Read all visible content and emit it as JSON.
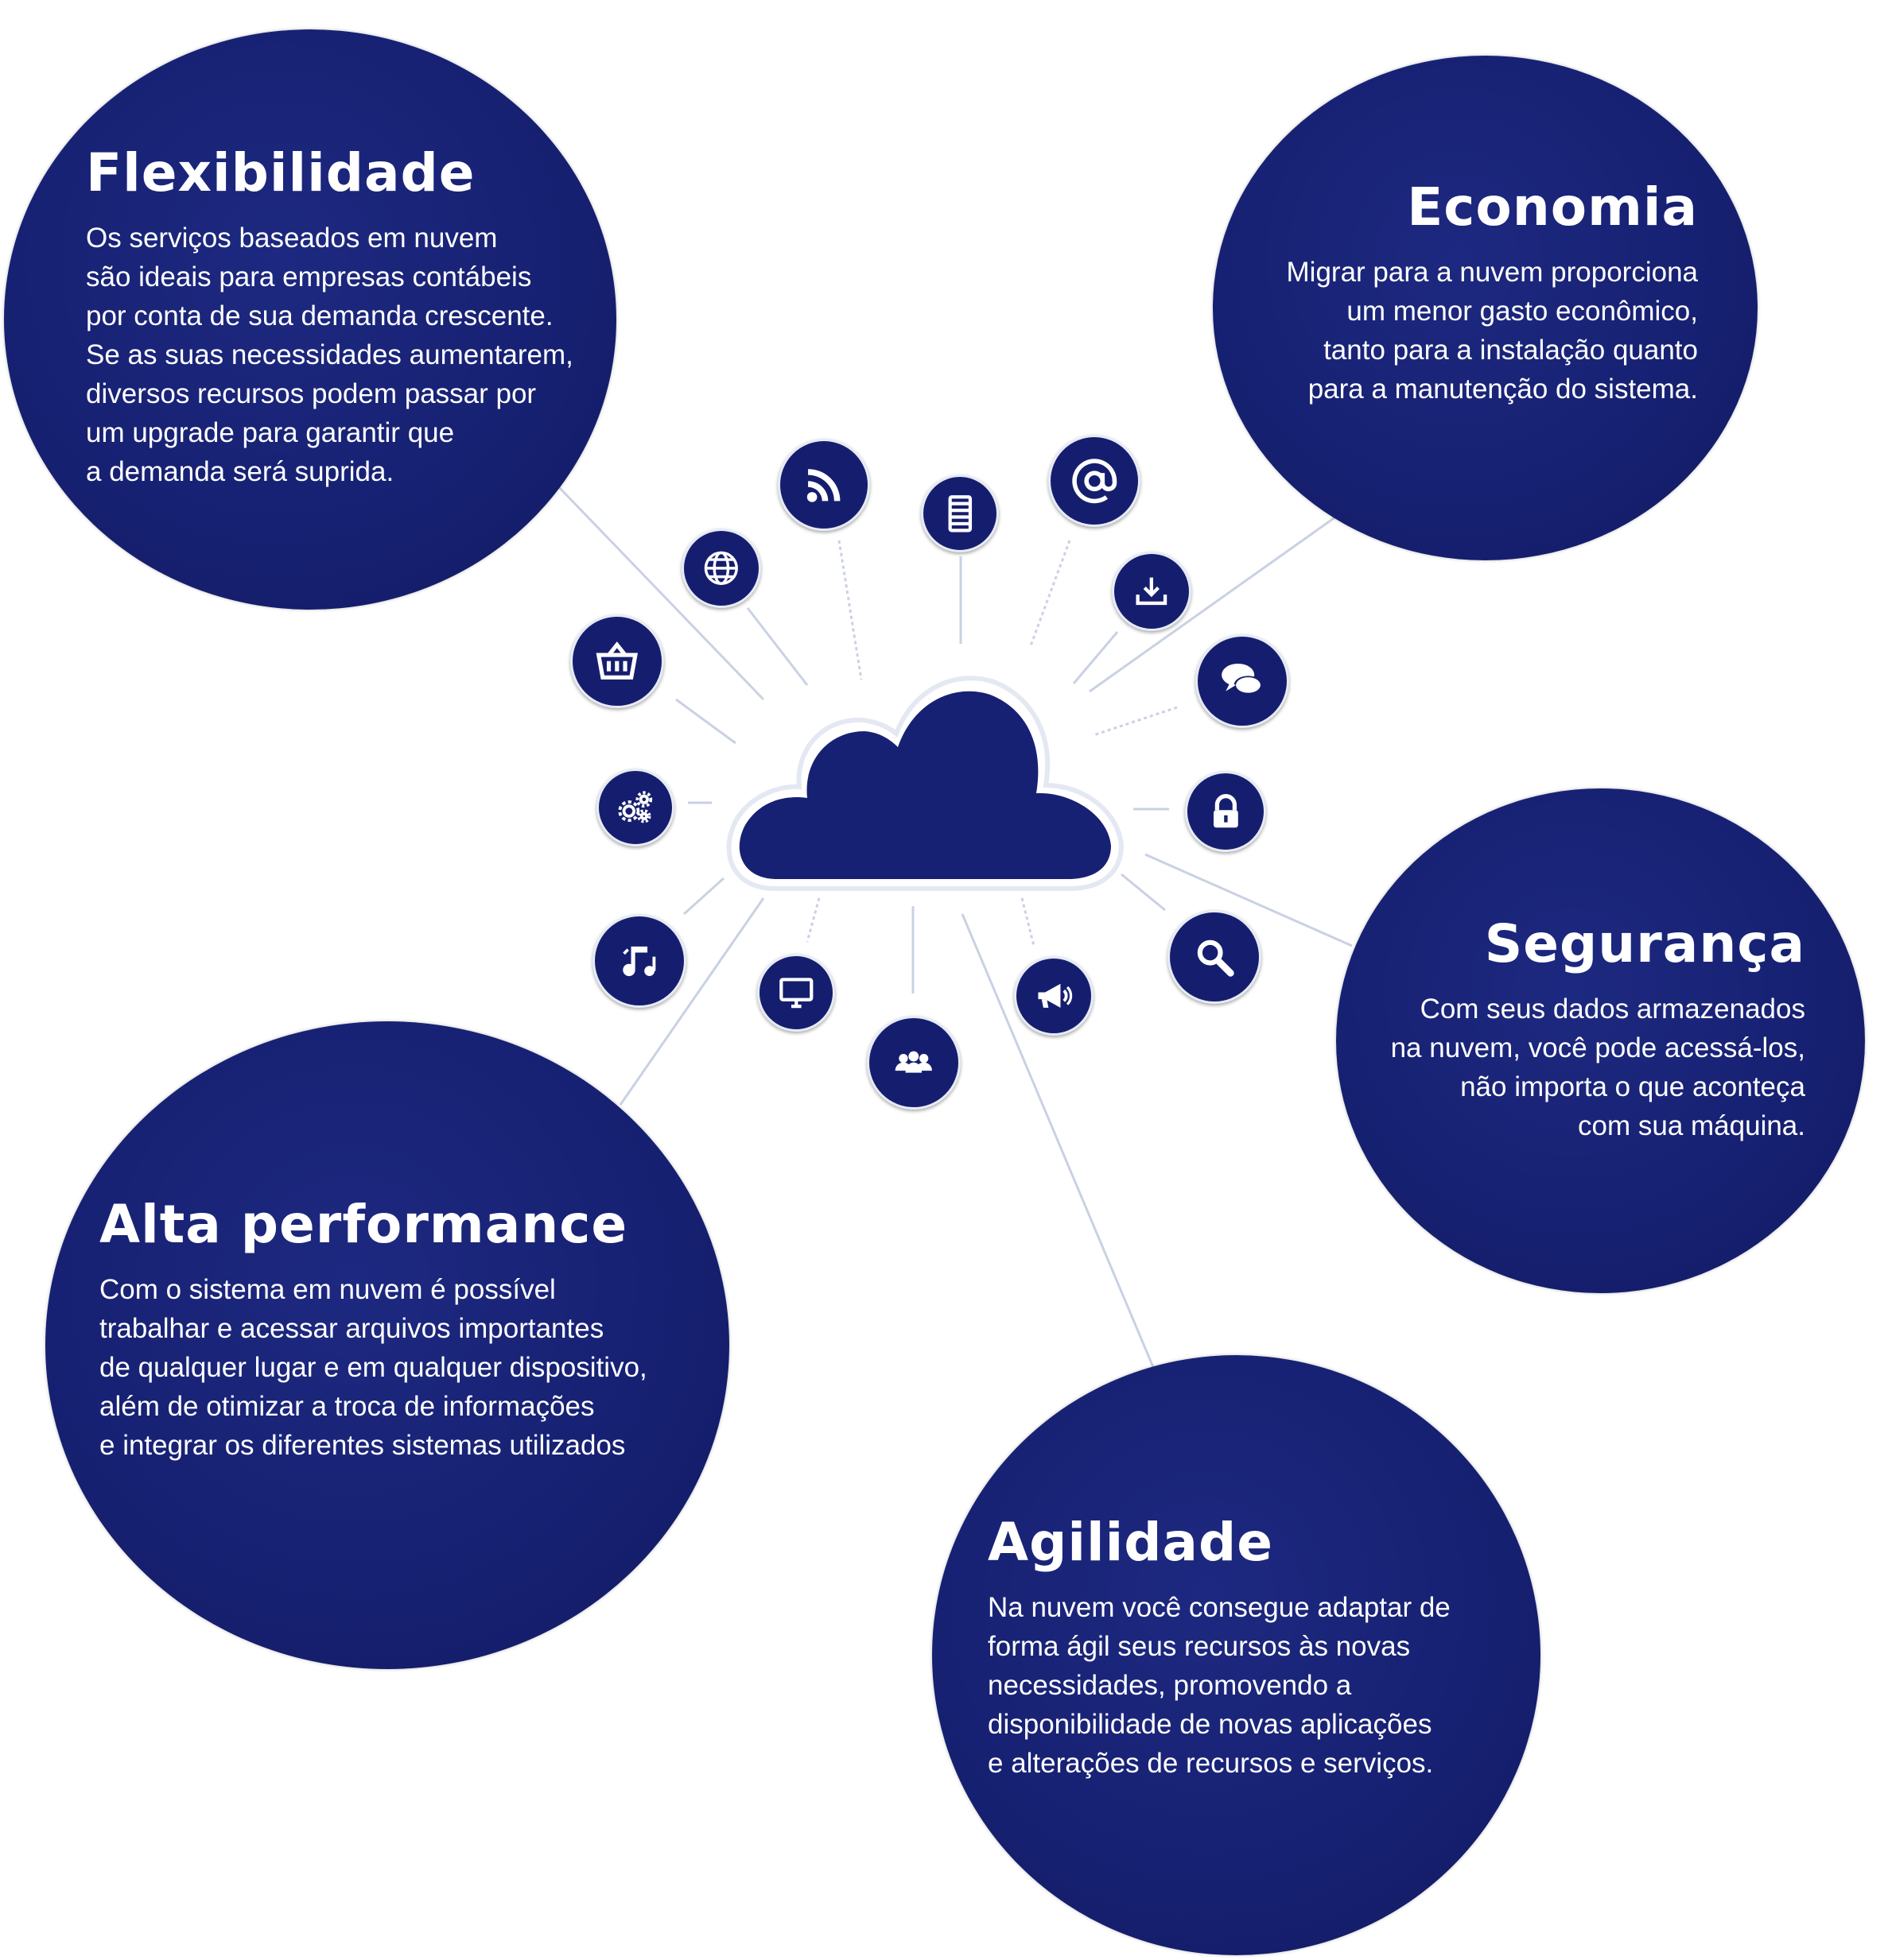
{
  "colors": {
    "circle": "#172173",
    "icon": "#151e6e",
    "line": "#c5cde0"
  },
  "center": {
    "icon": "cloud-icon"
  },
  "benefits": {
    "flexibilidade": {
      "title": "Flexibilidade",
      "text": "Os serviços baseados em nuvem\nsão ideais para empresas contábeis\npor conta de sua demanda crescente.\nSe as suas necessidades aumentarem,\ndiversos recursos podem passar por\num upgrade para garantir que\na demanda será suprida."
    },
    "economia": {
      "title": "Economia",
      "text": "Migrar para a nuvem proporciona\num menor gasto econômico,\ntanto para a instalação quanto\npara a manutenção do sistema."
    },
    "seguranca": {
      "title": "Segurança",
      "text": "Com seus dados armazenados\nna nuvem, você pode acessá-los,\nnão importa o que aconteça\ncom sua máquina."
    },
    "alta_performance": {
      "title": "Alta performance",
      "text": "Com o sistema em nuvem é possível\ntrabalhar e acessar arquivos importantes\nde qualquer lugar e em qualquer dispositivo,\nalém de otimizar a troca de informações\ne integrar os diferentes sistemas utilizados"
    },
    "agilidade": {
      "title": "Agilidade",
      "text": "Na nuvem você consegue adaptar de\nforma ágil seus recursos às novas\nnecessidades, promovendo a\ndisponibilidade de novas aplicações\ne alterações de recursos e serviços."
    }
  },
  "icons": [
    "rss-icon",
    "film-icon",
    "at-icon",
    "globe-icon",
    "download-icon",
    "basket-icon",
    "chat-icon",
    "gears-icon",
    "lock-icon",
    "music-icon",
    "monitor-icon",
    "users-icon",
    "megaphone-icon",
    "search-icon"
  ]
}
